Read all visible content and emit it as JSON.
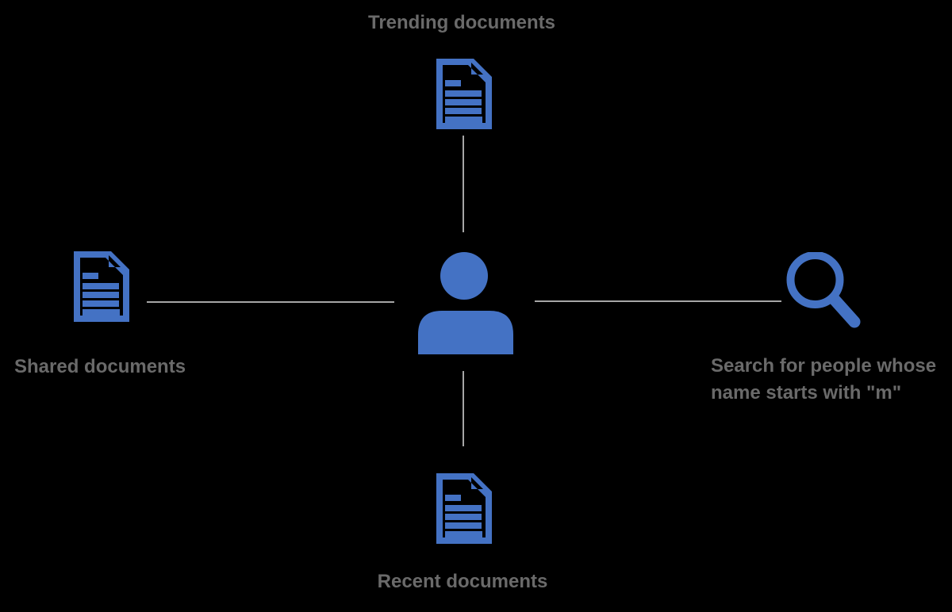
{
  "diagram": {
    "center": {
      "icon": "person-icon"
    },
    "nodes": {
      "top": {
        "label": "Trending documents",
        "icon": "document-icon"
      },
      "left": {
        "label": "Shared documents",
        "icon": "document-icon"
      },
      "right": {
        "label": "Search for people whose name starts with \"m\"",
        "icon": "search-icon"
      },
      "bottom": {
        "label": "Recent documents",
        "icon": "document-icon"
      }
    },
    "colors": {
      "icon_blue": "#4472C4",
      "label_gray": "#6A6A6A",
      "connector_gray": "#A6A6A6",
      "background": "#000000"
    }
  }
}
